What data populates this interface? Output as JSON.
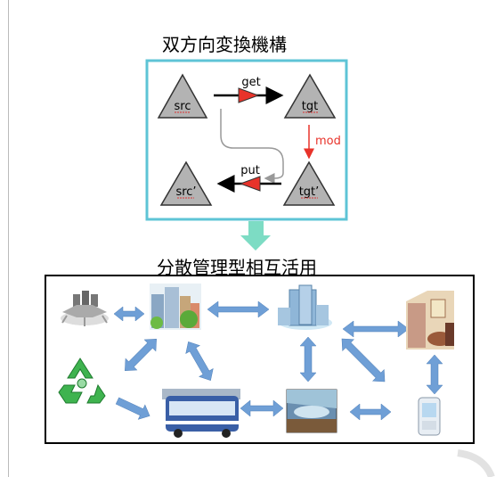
{
  "top_title": "双方向変換機構",
  "bottom_title": "分散管理型相互活用",
  "nodes": {
    "src": "src",
    "tgt": "tgt",
    "src_prime": "src’",
    "tgt_prime": "tgt’"
  },
  "edge_labels": {
    "get": "get",
    "put": "put",
    "mod": "mod"
  },
  "colors": {
    "bx_border": "#5ec4d6",
    "transition_arrow": "#7ddcc4",
    "triangle_fill": "#b3b3b3",
    "lens_fill": "#e8332a",
    "mod_color": "#e8332a",
    "network_arrow": "#6f9fd6"
  },
  "icons": [
    "factory-icon",
    "city-buildings-icon",
    "office-building-icon",
    "house-interior-icon",
    "recycle-icon",
    "bus-icon",
    "dam-icon",
    "mobile-phone-icon"
  ]
}
